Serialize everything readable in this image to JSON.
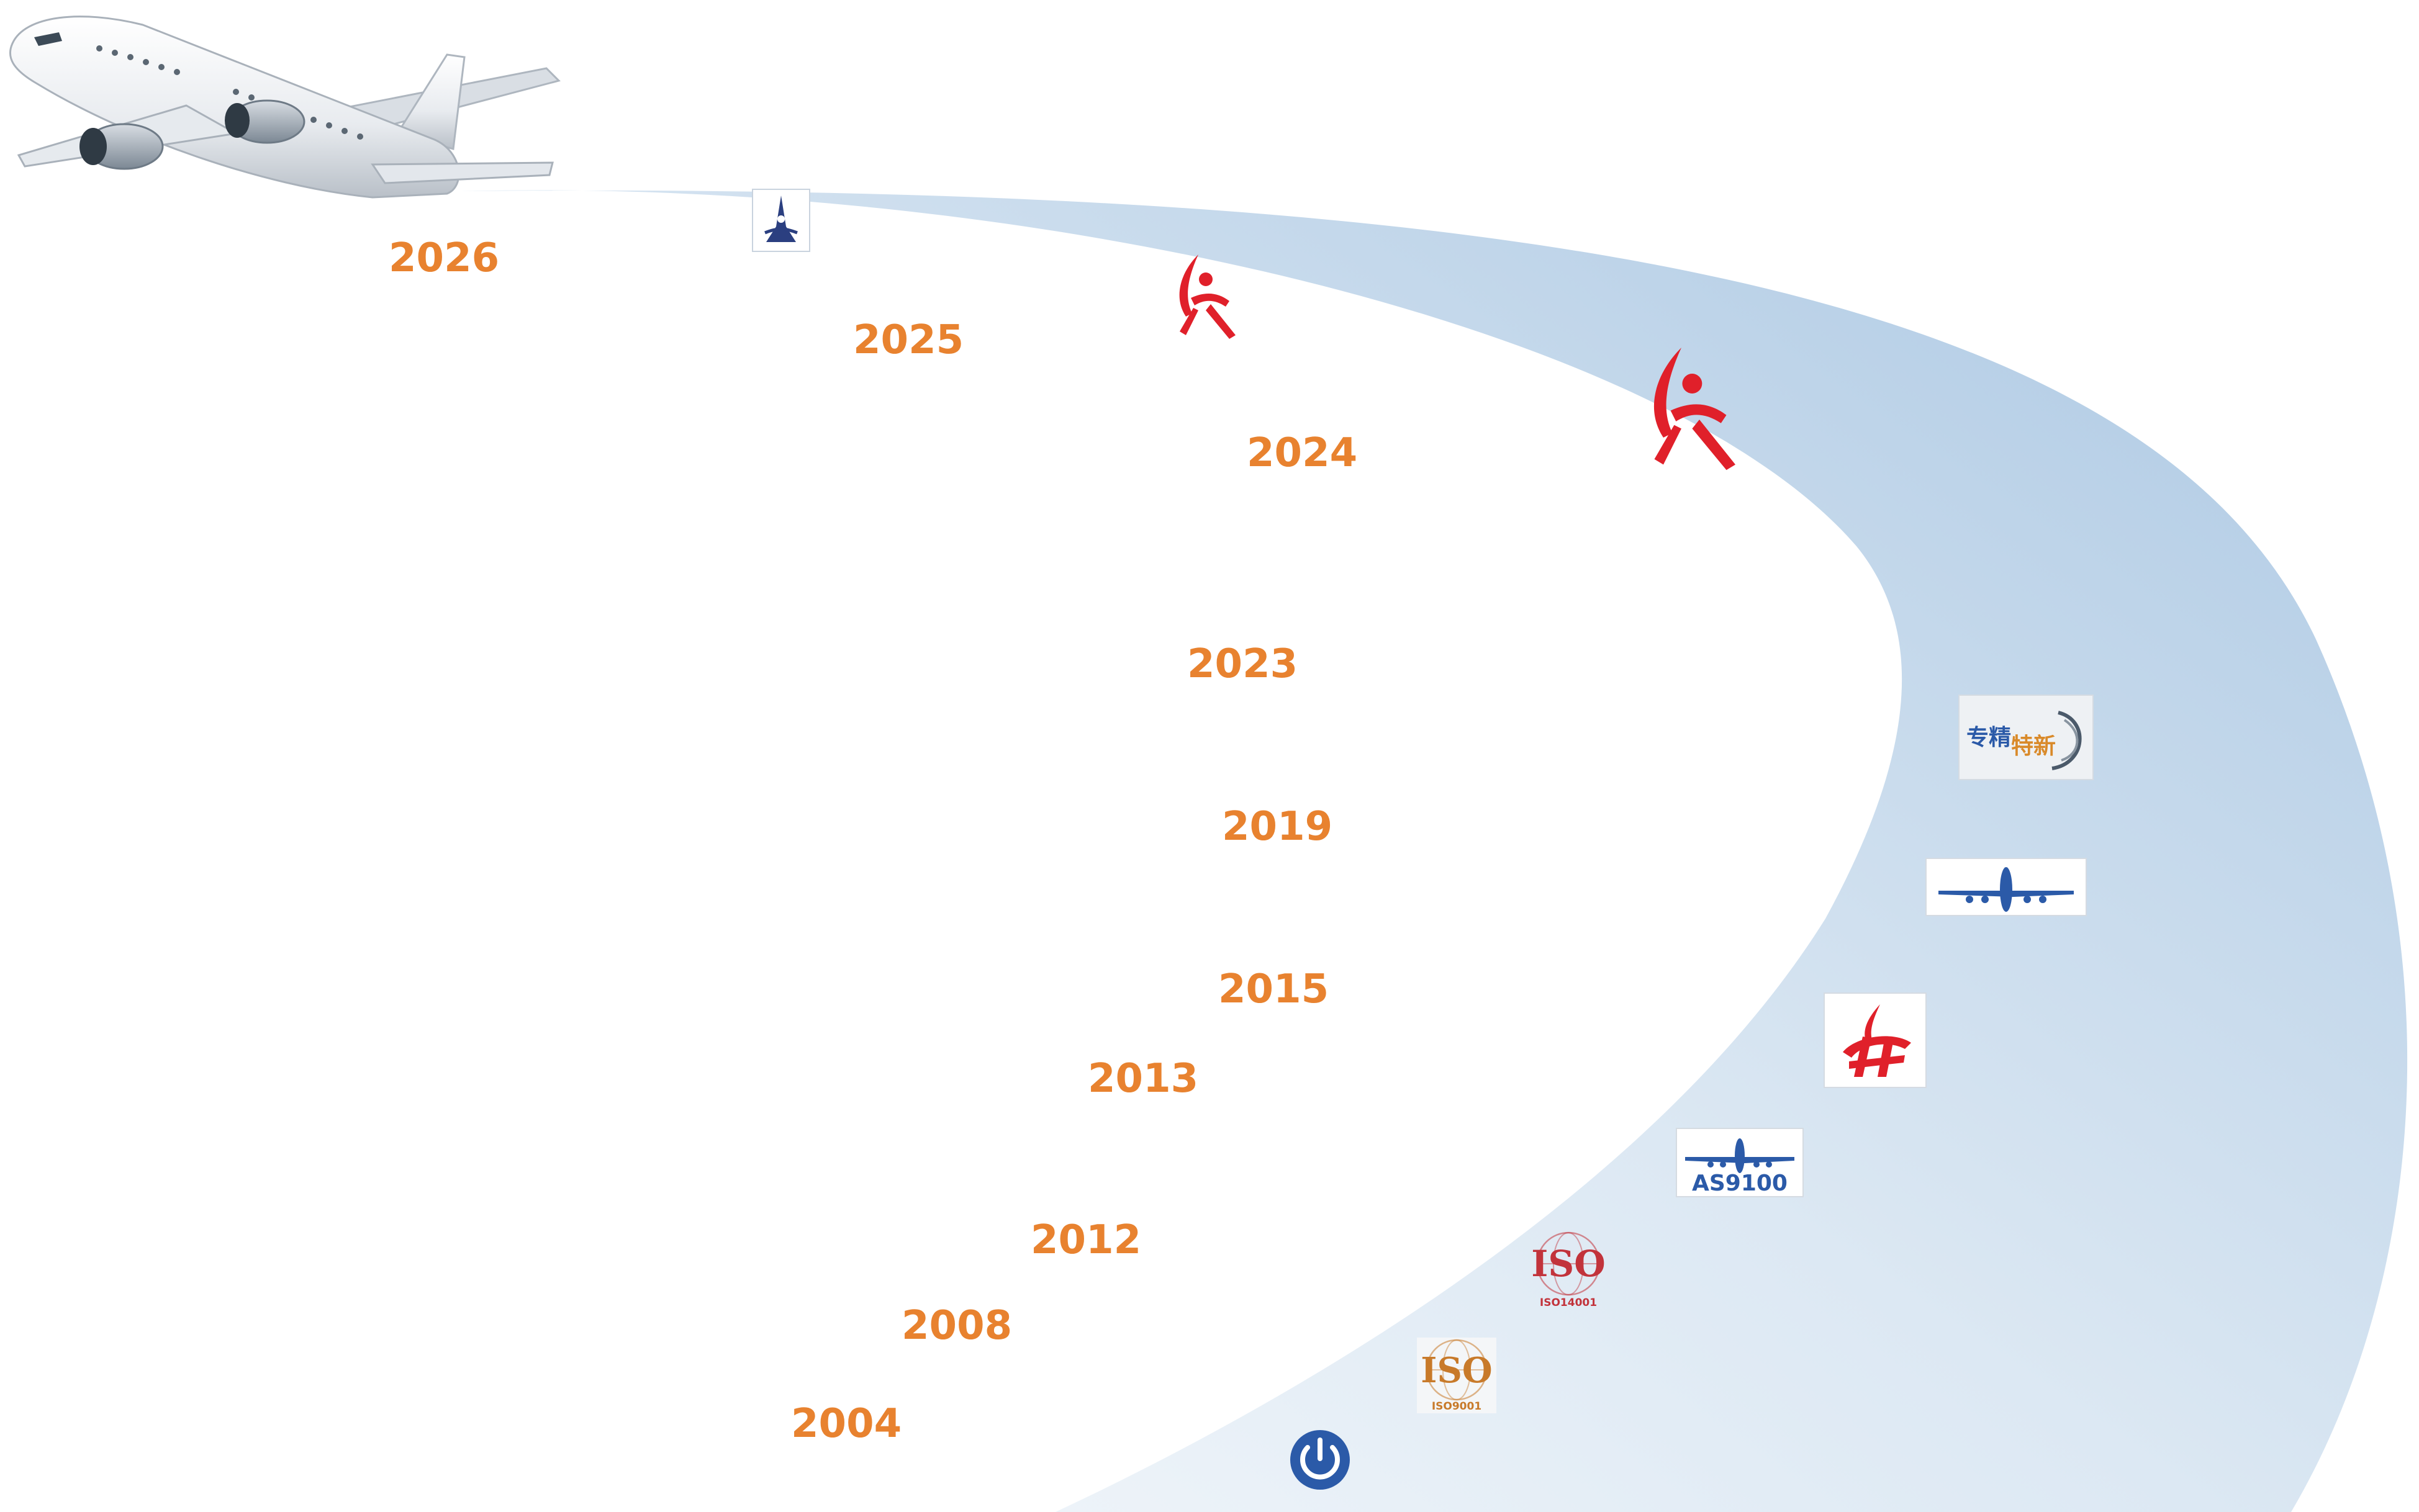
{
  "timeline": {
    "milestones": [
      {
        "year": "2026",
        "logo": "academy-tower-icon"
      },
      {
        "year": "2025",
        "logo": "red-torch-icon"
      },
      {
        "year": "2024",
        "logo": "red-torch-icon"
      },
      {
        "year": "2023",
        "logo": "specialized-innovative-logo"
      },
      {
        "year": "2019",
        "logo": "airliner-logo"
      },
      {
        "year": "2015",
        "logo": "red-torch-program-logo"
      },
      {
        "year": "2013",
        "logo": "as9100-logo"
      },
      {
        "year": "2012",
        "logo": "iso14001-logo"
      },
      {
        "year": "2008",
        "logo": "iso9001-logo"
      },
      {
        "year": "2004",
        "logo": "power-icon"
      }
    ]
  },
  "logos": {
    "specialized": {
      "line1": "专精",
      "line2": "特新"
    },
    "as9100": {
      "text": "AS9100"
    },
    "iso14001": {
      "main": "ISO",
      "sub": "ISO14001"
    },
    "iso9001": {
      "main": "ISO",
      "sub": "ISO9001"
    }
  },
  "colors": {
    "year_text": "#E8822F",
    "band_light": "#EEF4FA",
    "band_dark": "#B8D0E6",
    "brand_blue": "#2B5AA8",
    "logo_red": "#E0202A",
    "iso_red": "#C2333B",
    "iso_orange": "#C87A2A"
  }
}
